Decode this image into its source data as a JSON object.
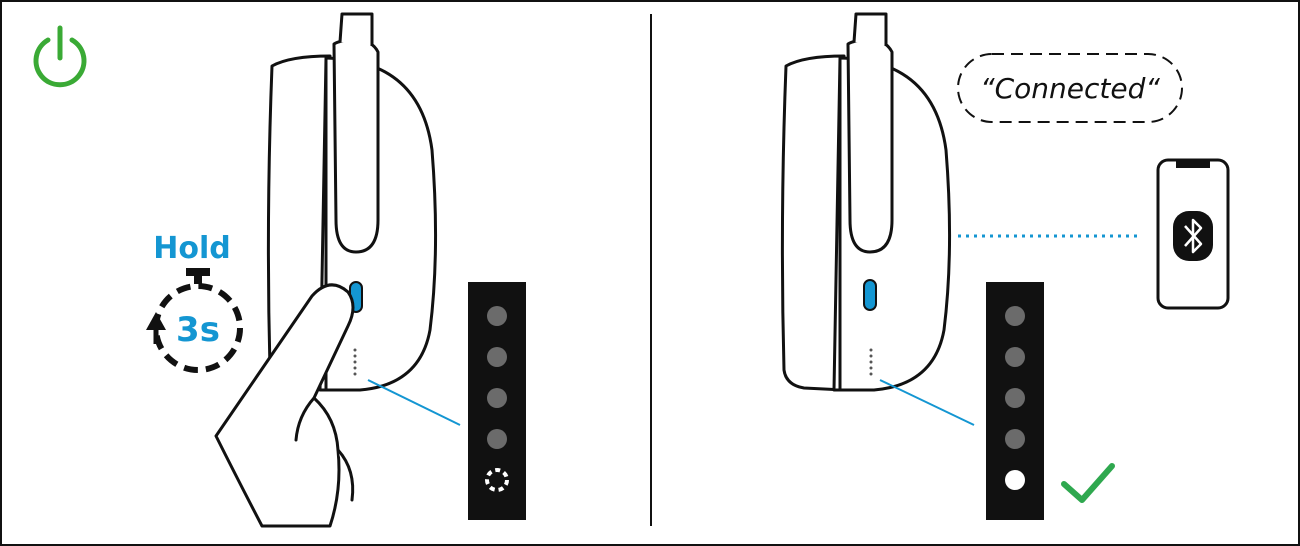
{
  "colors": {
    "outline": "#111111",
    "accent_blue": "#1496d2",
    "power_green": "#3aaa35",
    "check_green": "#2fa84f",
    "led_off": "#6b6b6b",
    "led_on": "#ffffff",
    "panel_dark": "#111111"
  },
  "icons": [
    "power-icon",
    "stopwatch-icon",
    "finger-hand",
    "smartphone-icon",
    "bluetooth-icon",
    "checkmark-icon"
  ],
  "step1": {
    "hold_label": "Hold",
    "duration_label": "3s",
    "led_states": [
      "off",
      "off",
      "off",
      "off",
      "blinking"
    ]
  },
  "step2": {
    "speech_text": "“Connected“",
    "led_states": [
      "off",
      "off",
      "off",
      "off",
      "on"
    ]
  }
}
